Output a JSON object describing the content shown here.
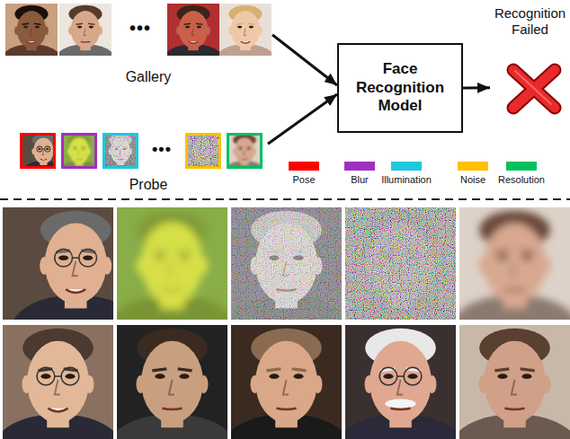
{
  "diagram": {
    "nodes": [
      {
        "text": [
          "Gallery"
        ]
      },
      {
        "text": [
          "Probe"
        ]
      },
      {
        "text": [
          "Face Recognition Model"
        ]
      },
      {
        "text": [
          "Recognition Failed"
        ]
      }
    ],
    "edges": [
      {
        "from": 0,
        "to": 2,
        "arrow": "to"
      },
      {
        "from": 1,
        "to": 2,
        "arrow": "to"
      },
      {
        "from": 2,
        "to": 3,
        "arrow": "to"
      }
    ],
    "labels": [
      "•••",
      "•••"
    ],
    "legend": [
      {
        "text": "Pose",
        "color": "#ff0000"
      },
      {
        "text": "Blur",
        "color": "#a030c0"
      },
      {
        "text": "Illumination",
        "color": "#20c8dc"
      },
      {
        "text": "Noise",
        "color": "#ffc000"
      },
      {
        "text": "Resolution",
        "color": "#00c060"
      }
    ]
  }
}
